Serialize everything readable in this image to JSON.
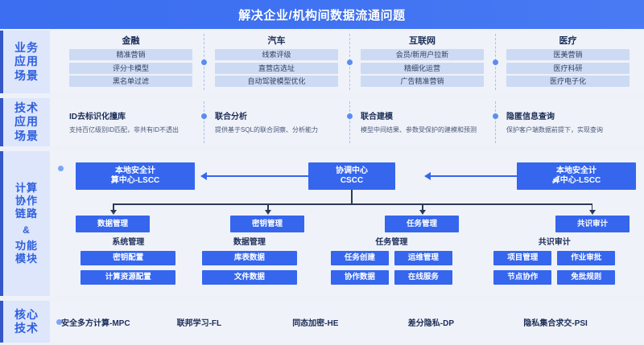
{
  "header": {
    "title": "解决企业/机构间数据流通问题"
  },
  "bands": {
    "business": {
      "label_lines": [
        "业务",
        "应用",
        "场景"
      ],
      "columns": [
        {
          "title": "金融",
          "items": [
            "精准营销",
            "评分卡模型",
            "黑名单过滤"
          ]
        },
        {
          "title": "汽车",
          "items": [
            "线索评级",
            "直营店选址",
            "自动驾驶模型优化"
          ]
        },
        {
          "title": "互联网",
          "items": [
            "会员/新用户拉新",
            "精细化运营",
            "广告精准营销"
          ]
        },
        {
          "title": "医疗",
          "items": [
            "医美营销",
            "医疗科研",
            "医疗电子化"
          ]
        }
      ]
    },
    "technical": {
      "label_lines": [
        "技术",
        "应用",
        "场景"
      ],
      "columns": [
        {
          "title": "ID去标识化撞库",
          "desc": "支持百亿级别ID匹配，非共有ID不透出"
        },
        {
          "title": "联合分析",
          "desc": "提供基于SQL的联合洞察、分析能力"
        },
        {
          "title": "联合建模",
          "desc": "模型中间结果、参数受保护的建模和预测"
        },
        {
          "title": "隐匿信息查询",
          "desc": "保护客户端数据前提下，实现查询"
        }
      ]
    },
    "chain": {
      "label_lines": [
        "计算",
        "协作",
        "链路"
      ],
      "label_amp": "&",
      "label_lines2": [
        "功能",
        "模块"
      ],
      "nodes": {
        "left_lscc": "本地安全计\n算中心-LSCC",
        "left_lscc_l1": "本地安全计",
        "left_lscc_l2": "算中心-LSCC",
        "center_l1": "协调中心",
        "center_l2": "CSCC",
        "right_lscc_l1": "本地安全计",
        "right_lscc_l2": "算中心-LSCC"
      },
      "sub_nodes": [
        "数据管理",
        "密钥管理",
        "任务管理",
        "共识审计"
      ],
      "module_groups": [
        {
          "title": "系统管理",
          "rows": [
            [
              "密钥配置"
            ],
            [
              "计算资源配置"
            ]
          ]
        },
        {
          "title": "数据管理",
          "rows": [
            [
              "库表数据"
            ],
            [
              "文件数据"
            ]
          ]
        },
        {
          "title": "任务管理",
          "rows": [
            [
              "任务创建",
              "运维管理"
            ],
            [
              "协作数据",
              "在线服务"
            ]
          ]
        },
        {
          "title": "共识审计",
          "rows": [
            [
              "项目管理",
              "作业审批"
            ],
            [
              "节点协作",
              "免批规则"
            ]
          ]
        }
      ]
    },
    "core": {
      "label_lines": [
        "核心",
        "技术"
      ],
      "items": [
        "安全多方计算-MPC",
        "联邦学习-FL",
        "同态加密-HE",
        "差分隐私-DP",
        "隐私集合求交-PSI"
      ]
    }
  },
  "colors": {
    "header_blue": "#3f72f2",
    "node_blue": "#3566ed",
    "label_bg": "#dde6fb",
    "label_text": "#2f5fdc",
    "accent_bar": "#3557c8",
    "chip_bg": "#ccdaf4",
    "page_bg": "#eef1f8"
  }
}
